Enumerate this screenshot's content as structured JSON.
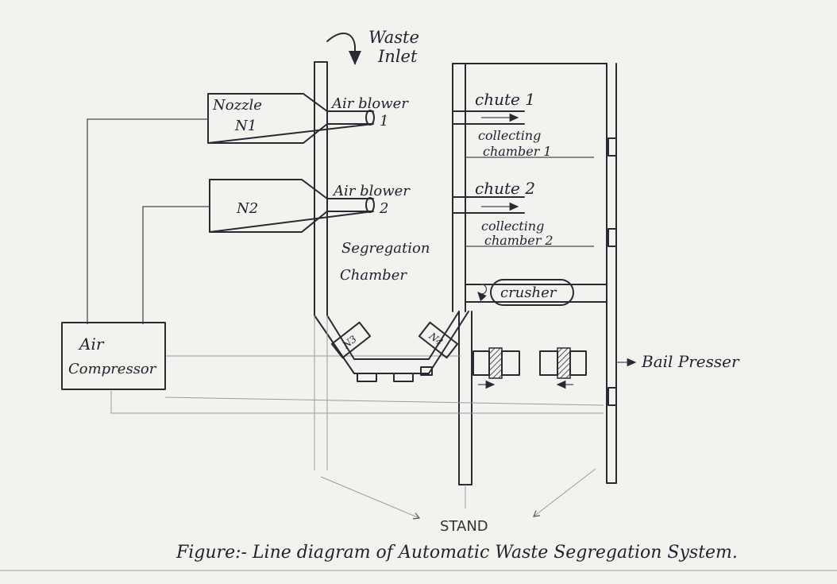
{
  "labels": {
    "waste_inlet_line1": "Waste",
    "waste_inlet_line2": "Inlet",
    "nozzle_n1_line1": "Nozzle",
    "nozzle_n1_line2": "N1",
    "nozzle_n2": "N2",
    "air_blower_1": "Air blower",
    "air_blower_1_num": "1",
    "air_blower_2": "Air blower",
    "air_blower_2_num": "2",
    "chute_1": "chute 1",
    "chute_2": "chute 2",
    "collecting_chamber_1_line1": "collecting",
    "collecting_chamber_1_line2": "chamber 1",
    "collecting_chamber_2_line1": "collecting",
    "collecting_chamber_2_line2": "chamber 2",
    "segregation_line1": "Segregation",
    "segregation_line2": "Chamber",
    "crusher": "crusher",
    "bail_presser": "Bail Presser",
    "air_compressor_line1": "Air",
    "air_compressor_line2": "Compressor",
    "n3": "N3",
    "n4": "N4",
    "stand": "STAND",
    "caption": "Figure:- Line diagram of Automatic Waste Segregation System."
  },
  "colors": {
    "ink": "#2a2a33",
    "paper": "#f4f2ef"
  }
}
